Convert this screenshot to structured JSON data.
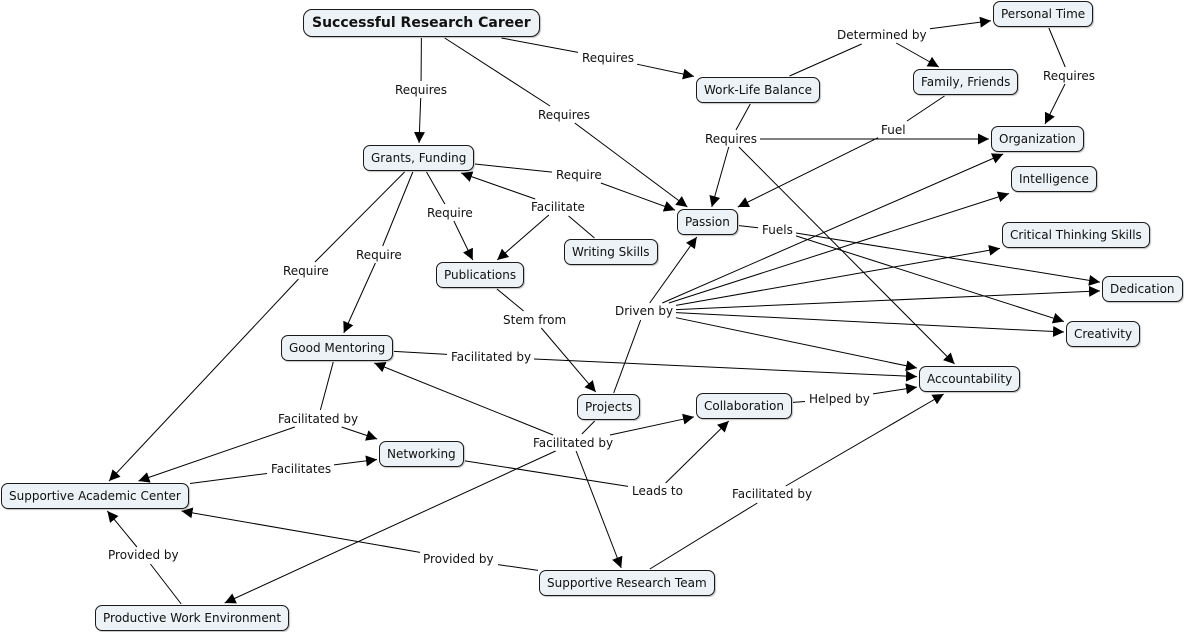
{
  "title": "Successful Research Career",
  "nodes": {
    "root": "Successful Research Career",
    "personal_time": "Personal Time",
    "work_life": "Work-Life Balance",
    "family": "Family, Friends",
    "organization": "Organization",
    "grants": "Grants, Funding",
    "intelligence": "Intelligence",
    "passion": "Passion",
    "critical": "Critical Thinking Skills",
    "writing": "Writing Skills",
    "publications": "Publications",
    "dedication": "Dedication",
    "creativity": "Creativity",
    "mentoring": "Good Mentoring",
    "accountability": "Accountability",
    "projects": "Projects",
    "collaboration": "Collaboration",
    "networking": "Networking",
    "academic_center": "Supportive Academic Center",
    "research_team": "Supportive Research Team",
    "work_env": "Productive Work Environment"
  },
  "links": {
    "root_requires_grants": "Requires",
    "root_requires_wlb": "Requires",
    "root_requires_passion": "Requires",
    "determined_by": "Determined by",
    "pt_requires": "Requires",
    "fuel": "Fuel",
    "wlb_requires": "Requires",
    "grants_require_passion": "Require",
    "facilitate": "Facilitate",
    "grants_require_pubs": "Require",
    "grants_require_mentoring": "Require",
    "grants_require_center": "Require",
    "fuels": "Fuels",
    "driven_by": "Driven by",
    "stem_from": "Stem from",
    "mentoring_facilitated_by": "Facilitated by",
    "mentoring_facilitated_by_2": "Facilitated by",
    "projects_facilitated_by": "Facilitated by",
    "facilitates": "Facilitates",
    "helped_by": "Helped by",
    "leads_to": "Leads to",
    "team_facilitated_by": "Facilitated by",
    "provided_by_env": "Provided by",
    "provided_by_team": "Provided by"
  },
  "edges": [
    [
      "root",
      "root_requires_grants",
      0
    ],
    [
      "root_requires_grants",
      "grants",
      1
    ],
    [
      "root",
      "root_requires_wlb",
      0
    ],
    [
      "root_requires_wlb",
      "work_life",
      1
    ],
    [
      "root",
      "root_requires_passion",
      0
    ],
    [
      "root_requires_passion",
      "passion",
      1
    ],
    [
      "work_life",
      "determined_by",
      0
    ],
    [
      "determined_by",
      "personal_time",
      1
    ],
    [
      "determined_by",
      "family",
      1
    ],
    [
      "personal_time",
      "pt_requires",
      0
    ],
    [
      "pt_requires",
      "organization",
      1
    ],
    [
      "family",
      "fuel",
      0
    ],
    [
      "fuel",
      "passion",
      1
    ],
    [
      "work_life",
      "wlb_requires",
      0
    ],
    [
      "wlb_requires",
      "organization",
      1
    ],
    [
      "wlb_requires",
      "passion",
      1
    ],
    [
      "wlb_requires",
      "accountability",
      1
    ],
    [
      "grants",
      "grants_require_passion",
      0
    ],
    [
      "grants_require_passion",
      "passion",
      1
    ],
    [
      "writing",
      "facilitate",
      0
    ],
    [
      "facilitate",
      "grants",
      1
    ],
    [
      "facilitate",
      "publications",
      1
    ],
    [
      "grants",
      "grants_require_pubs",
      0
    ],
    [
      "grants_require_pubs",
      "publications",
      1
    ],
    [
      "grants",
      "grants_require_mentoring",
      0
    ],
    [
      "grants_require_mentoring",
      "mentoring",
      1
    ],
    [
      "grants",
      "grants_require_center",
      0
    ],
    [
      "grants_require_center",
      "academic_center",
      1
    ],
    [
      "passion",
      "fuels",
      0
    ],
    [
      "fuels",
      "dedication",
      1
    ],
    [
      "fuels",
      "creativity",
      1
    ],
    [
      "projects",
      "driven_by",
      0
    ],
    [
      "driven_by",
      "passion",
      1
    ],
    [
      "driven_by",
      "organization",
      1
    ],
    [
      "driven_by",
      "intelligence",
      1
    ],
    [
      "driven_by",
      "critical",
      1
    ],
    [
      "driven_by",
      "dedication",
      1
    ],
    [
      "driven_by",
      "creativity",
      1
    ],
    [
      "driven_by",
      "accountability",
      1
    ],
    [
      "publications",
      "stem_from",
      0
    ],
    [
      "stem_from",
      "projects",
      1
    ],
    [
      "mentoring",
      "mentoring_facilitated_by",
      0
    ],
    [
      "mentoring_facilitated_by",
      "accountability",
      1
    ],
    [
      "mentoring",
      "mentoring_facilitated_by_2",
      0
    ],
    [
      "mentoring_facilitated_by_2",
      "networking",
      1
    ],
    [
      "mentoring_facilitated_by_2",
      "academic_center",
      1
    ],
    [
      "projects",
      "projects_facilitated_by",
      0
    ],
    [
      "projects_facilitated_by",
      "collaboration",
      1
    ],
    [
      "projects_facilitated_by",
      "mentoring",
      1
    ],
    [
      "projects_facilitated_by",
      "research_team",
      1
    ],
    [
      "projects_facilitated_by",
      "work_env",
      1
    ],
    [
      "academic_center",
      "facilitates",
      0
    ],
    [
      "facilitates",
      "networking",
      1
    ],
    [
      "collaboration",
      "helped_by",
      0
    ],
    [
      "helped_by",
      "accountability",
      1
    ],
    [
      "networking",
      "leads_to",
      0
    ],
    [
      "leads_to",
      "collaboration",
      1
    ],
    [
      "research_team",
      "team_facilitated_by",
      0
    ],
    [
      "team_facilitated_by",
      "accountability",
      1
    ],
    [
      "work_env",
      "provided_by_env",
      0
    ],
    [
      "provided_by_env",
      "academic_center",
      1
    ],
    [
      "research_team",
      "provided_by_team",
      0
    ],
    [
      "provided_by_team",
      "academic_center",
      1
    ]
  ]
}
